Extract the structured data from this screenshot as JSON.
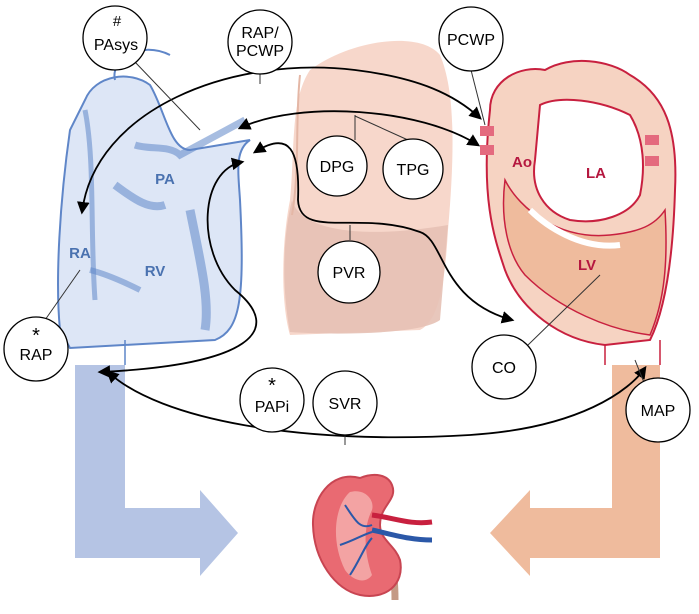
{
  "anatomy_labels": {
    "ra": "RA",
    "rv": "RV",
    "pa": "PA",
    "ao": "Ao",
    "la": "LA",
    "lv": "LV"
  },
  "measurements": {
    "pasys": {
      "label": "PAsys",
      "mark": "#"
    },
    "rap_pcwp": {
      "label_line1": "RAP/",
      "label_line2": "PCWP"
    },
    "pcwp": {
      "label": "PCWP"
    },
    "dpg": {
      "label": "DPG"
    },
    "tpg": {
      "label": "TPG"
    },
    "pvr": {
      "label": "PVR"
    },
    "rap": {
      "label": "RAP",
      "mark": "*"
    },
    "papi": {
      "label": "PAPi",
      "mark": "*"
    },
    "svr": {
      "label": "SVR"
    },
    "co": {
      "label": "CO"
    },
    "map": {
      "label": "MAP"
    }
  },
  "colors": {
    "right_heart": "#6b8fcf",
    "right_heart_fill": "#dfe7f5",
    "venous_arrow": "#b3c2e2",
    "left_heart": "#c8203f",
    "left_heart_fill": "#f0b79b",
    "arterial_arrow": "#eeb89a",
    "lung": "#f1c2b0",
    "lung_lower": "#d9b3a6"
  },
  "icons": {
    "kidney": "kidney-icon",
    "right_heart": "right-heart-illustration",
    "left_heart": "left-heart-illustration",
    "lung": "lung-illustration"
  }
}
